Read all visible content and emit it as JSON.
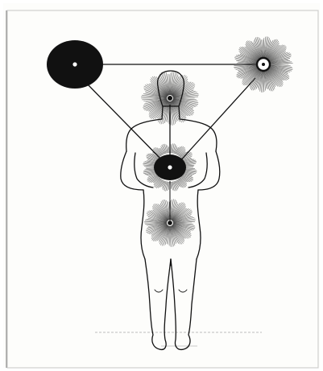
{
  "illustration": {
    "colors": {
      "paper": "#fdfdfb",
      "ink": "#111111",
      "frame": "#cfcfcf",
      "ray": "#3a3a3a"
    },
    "centers": [
      {
        "id": "top-left",
        "style": "solid-black"
      },
      {
        "id": "top-right",
        "style": "radiating-ring"
      },
      {
        "id": "head",
        "style": "radiating"
      },
      {
        "id": "chest",
        "style": "solid-black-with-halo"
      },
      {
        "id": "abdomen",
        "style": "radiating"
      }
    ],
    "connections": [
      [
        "top-left",
        "top-right"
      ],
      [
        "top-left",
        "chest"
      ],
      [
        "top-right",
        "chest"
      ],
      [
        "head",
        "chest"
      ],
      [
        "chest",
        "abdomen"
      ]
    ]
  }
}
